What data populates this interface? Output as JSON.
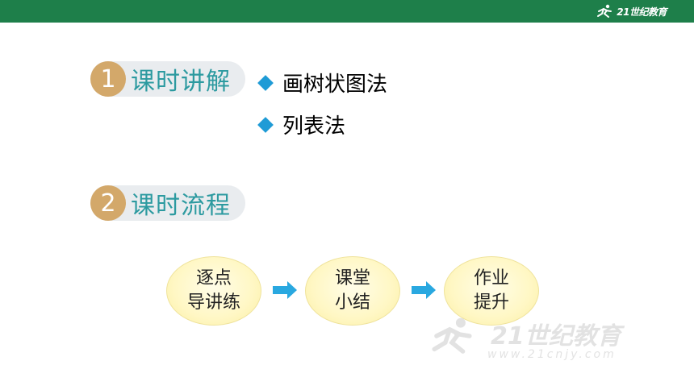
{
  "header": {
    "logo_text": "21世纪教育",
    "logo_icon": "runner-icon",
    "bar_color": "#1e7f4a"
  },
  "sections": [
    {
      "number": "1",
      "title": "课时讲解"
    },
    {
      "number": "2",
      "title": "课时流程"
    }
  ],
  "bullets": [
    "画树状图法",
    "列表法"
  ],
  "flow": [
    {
      "line1": "逐点",
      "line2": "导讲练"
    },
    {
      "line1": "课堂",
      "line2": "小结"
    },
    {
      "line1": "作业",
      "line2": "提升"
    }
  ],
  "colors": {
    "badge": "#d3a86a",
    "title": "#2c9aa0",
    "bullet": "#1f9bd6",
    "arrow": "#29a8e0"
  },
  "watermark": {
    "logo_text": "21世纪教育",
    "url_text": "www.21cnjy.com"
  }
}
